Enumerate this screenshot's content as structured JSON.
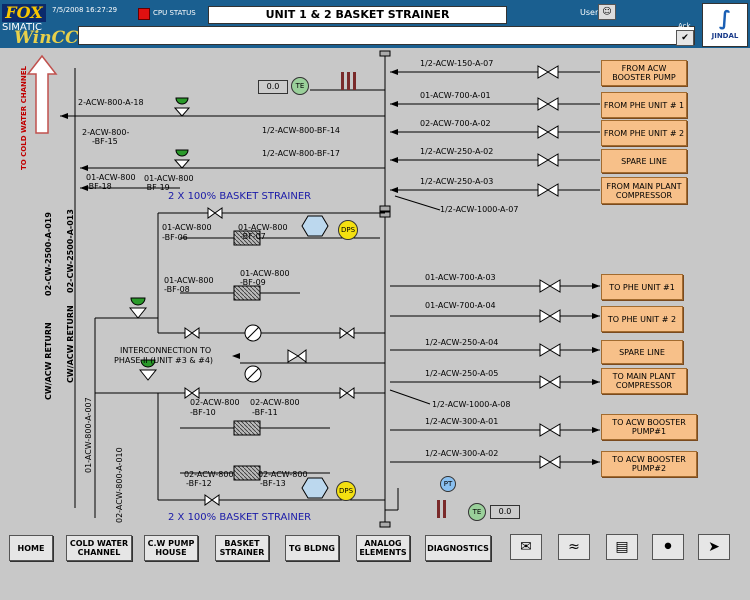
{
  "header": {
    "brand_fox": "FOX",
    "brand_simatic": "SIMATIC",
    "brand_wincc": "WinCC",
    "datetime": "7/5/2008 16:27:29",
    "cpu_status": "CPU STATUS",
    "title": "UNIT 1 & 2 BASKET STRAINER",
    "user_label": "User",
    "ack_label": "Ack",
    "logo_text": "JINDAL"
  },
  "left_labels": {
    "to_cold_water": "TO COLD WATER CHANNEL",
    "cw_acw_return_1": "CW/ACW RETURN",
    "cw_acw_return_2": "CW/ACW RETURN",
    "cw_2500_a019": "02-CW-2500-A-019",
    "cw_2500_a013": "02-CW-2500-A-013",
    "acw_800_a007": "01-ACW-800-A-007",
    "acw_800_a010": "02-ACW-800-A-010"
  },
  "upper": {
    "te_value": "0.0",
    "te": "TE",
    "l_2acw800a18": "2-ACW-800-A-18",
    "l_2acw800bf15a": "2-ACW-800-",
    "l_2acw800bf15b": "-BF-15",
    "l_bf14": "1/2-ACW-800-BF-14",
    "l_bf17": "1/2-ACW-800-BF-17",
    "l_01acw800bf18a": "01-ACW-800",
    "l_01acw800bf18b": "-BF-18",
    "l_01acw800bf19a": "01-ACW-800",
    "l_01acw800bf19b": "-BF-19",
    "strainer_title": "2 X 100% BASKET STRAINER",
    "l_bf06a": "01-ACW-800",
    "l_bf06b": "-BF-06",
    "l_bf07a": "01-ACW-800",
    "l_bf07b": "-BF-07",
    "l_bf08a": "01-ACW-800",
    "l_bf08b": "-BF-08",
    "l_bf09a": "01-ACW-800",
    "l_bf09b": "-BF-09",
    "dps": "DPS"
  },
  "incoming": [
    {
      "line": "1/2-ACW-150-A-07",
      "button": "FROM ACW BOOSTER PUMP"
    },
    {
      "line": "01-ACW-700-A-01",
      "button": "FROM PHE UNIT # 1"
    },
    {
      "line": "02-ACW-700-A-02",
      "button": "FROM PHE UNIT # 2"
    },
    {
      "line": "1/2-ACW-250-A-02",
      "button": "SPARE LINE"
    },
    {
      "line": "1/2-ACW-250-A-03",
      "button": "FROM MAIN PLANT COMPRESSOR"
    }
  ],
  "header_line_1": "1/2-ACW-1000-A-07",
  "outgoing": [
    {
      "line": "01-ACW-700-A-03",
      "button": "TO PHE UNIT #1"
    },
    {
      "line": "01-ACW-700-A-04",
      "button": "TO PHE UNIT # 2"
    },
    {
      "line": "1/2-ACW-250-A-04",
      "button": "SPARE LINE"
    },
    {
      "line": "1/2-ACW-250-A-05",
      "button": "TO MAIN PLANT COMPRESSOR"
    },
    {
      "line": "1/2-ACW-300-A-01",
      "button": "TO ACW BOOSTER PUMP#1"
    },
    {
      "line": "1/2-ACW-300-A-02",
      "button": "TO ACW BOOSTER PUMP#2"
    }
  ],
  "header_line_2": "1/2-ACW-1000-A-08",
  "lower": {
    "interconnect_1": "INTERCONNECTION TO",
    "interconnect_2": "PHASE II (UNIT #3 & #4)",
    "l_bf10a": "02-ACW-800",
    "l_bf10b": "-BF-10",
    "l_bf11a": "02-ACW-800",
    "l_bf11b": "-BF-11",
    "l_bf12a": "02-ACW-800",
    "l_bf12b": "-BF-12",
    "l_bf13a": "02-ACW-800",
    "l_bf13b": "-BF-13",
    "dps": "DPS",
    "pt": "PT",
    "te": "TE",
    "te_value": "0.0",
    "strainer_title": "2 X 100% BASKET STRAINER"
  },
  "nav": {
    "home": "HOME",
    "cold_water": "COLD WATER CHANNEL",
    "cw_pump": "C.W PUMP HOUSE",
    "basket": "BASKET STRAINER",
    "tg": "TG BLDNG",
    "analog": "ANALOG ELEMENTS",
    "diag": "DIAGNOSTICS"
  },
  "colors": {
    "header_bg": "#1a5f90",
    "body_bg": "#c8c8c8",
    "button_bg": "#f7c089",
    "cpu_led": "#e01010",
    "instrument": "#9ad09a",
    "dps": "#f4e010",
    "pt": "#8ac0f0"
  },
  "icons": [
    "alarm-icon",
    "trend-icon",
    "report-icon",
    "key-icon",
    "exit-icon"
  ]
}
